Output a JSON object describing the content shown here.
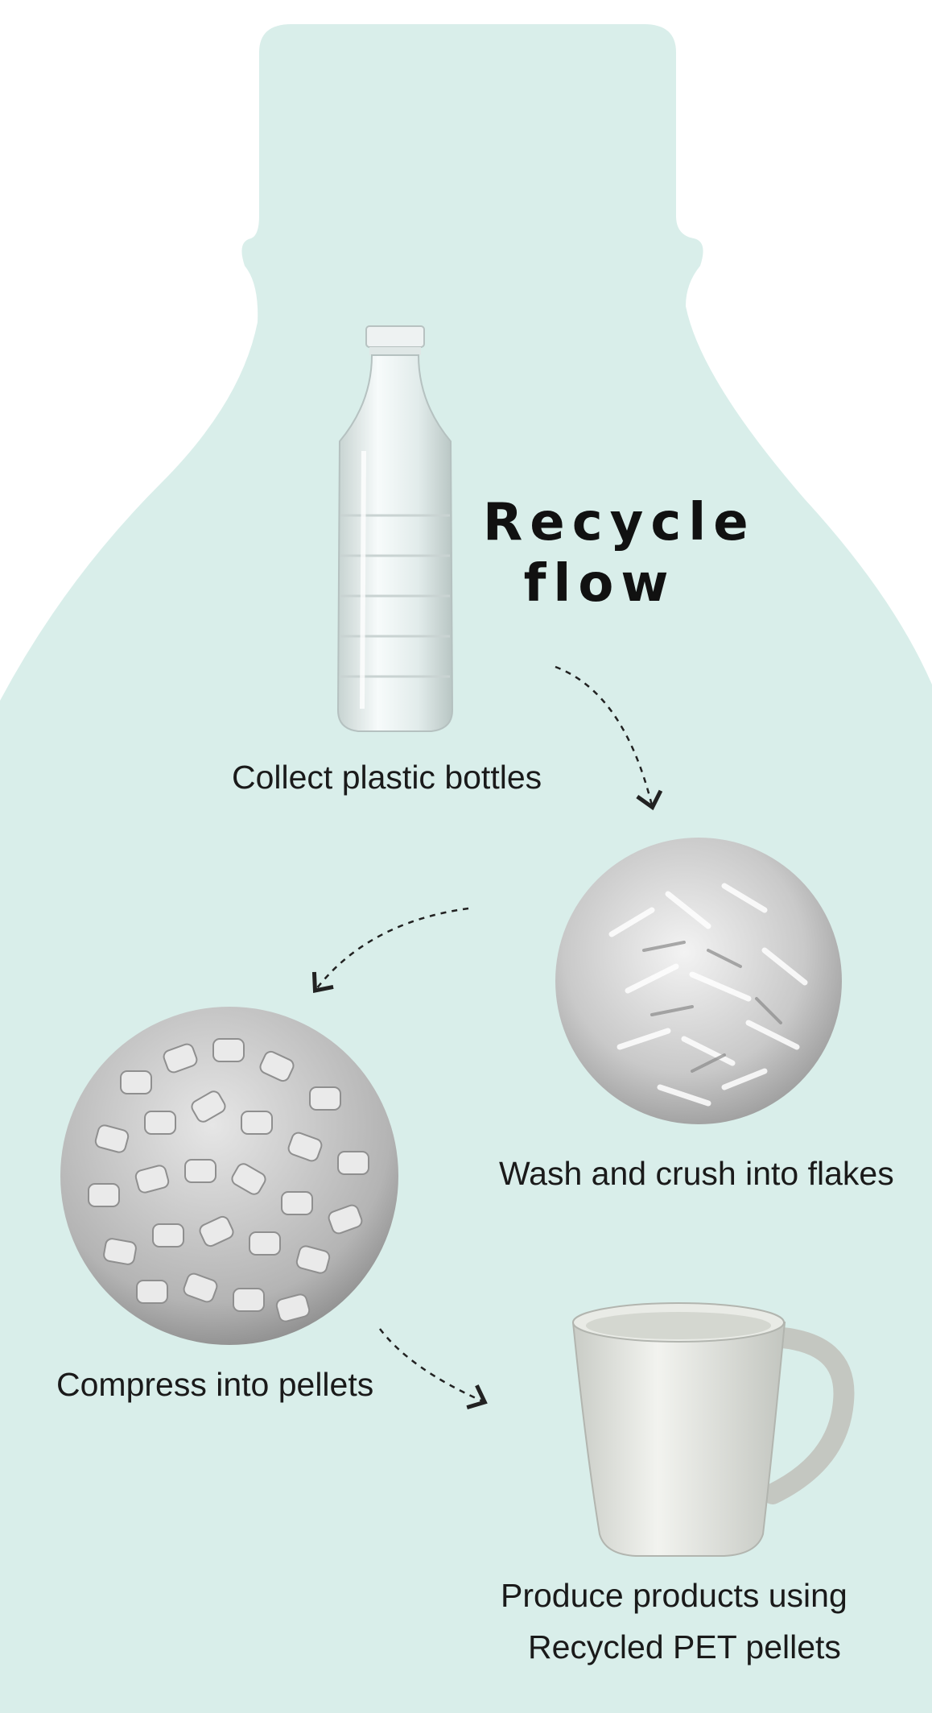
{
  "title": {
    "line1": "Recycle",
    "line2": "flow"
  },
  "steps": [
    {
      "label": "Collect plastic bottles",
      "icon": "plastic-bottle-icon"
    },
    {
      "label": "Wash and crush into flakes",
      "icon": "pet-flakes-icon"
    },
    {
      "label": "Compress into pellets",
      "icon": "pet-pellets-icon"
    },
    {
      "label_line1": "Produce products using",
      "label_line2": "Recycled PET pellets",
      "icon": "mug-icon"
    }
  ],
  "colors": {
    "background": "#ffffff",
    "bottle_shape": "#d9eeea",
    "text": "#1a1a1a",
    "arrow": "#222222"
  }
}
